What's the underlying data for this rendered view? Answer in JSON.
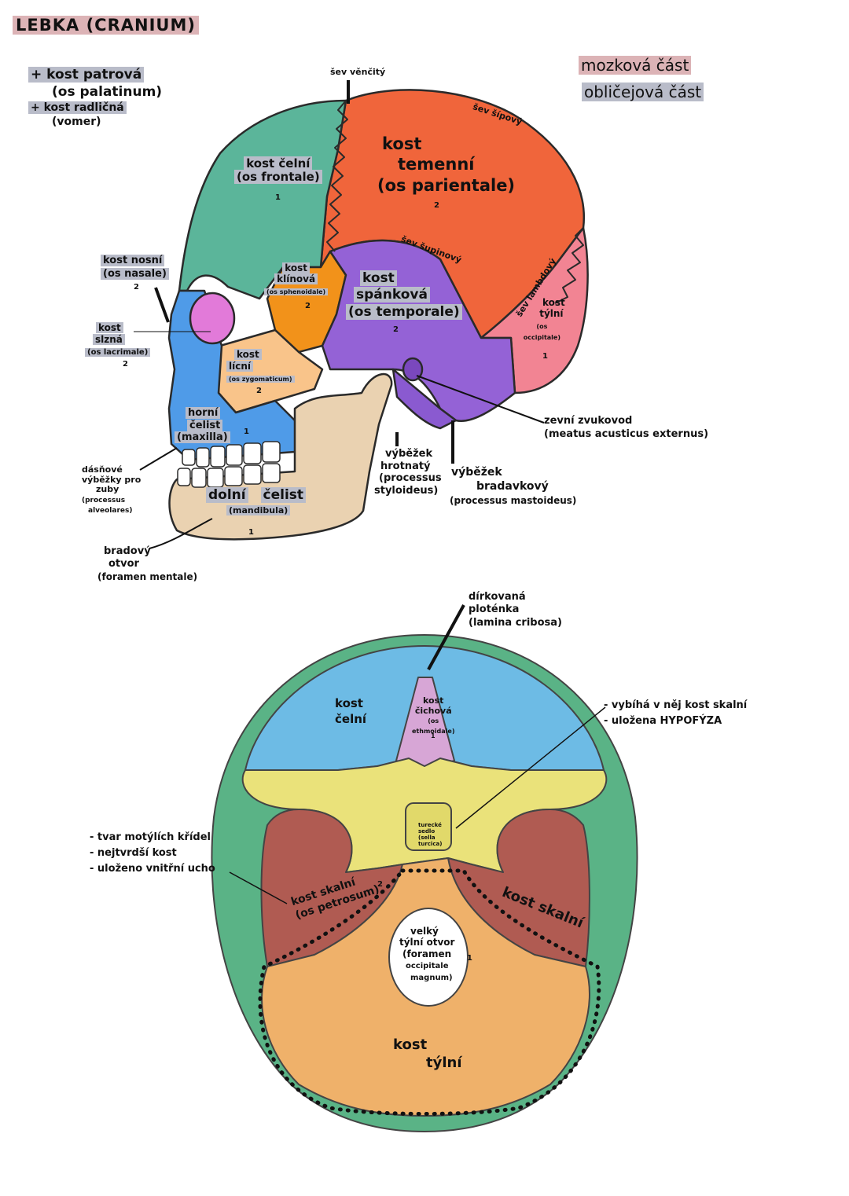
{
  "title": "LEBKA (CRANIUM)",
  "legend": {
    "brain": "mozková část",
    "face": "obličejová část",
    "brain_color": "#dcb3b6",
    "face_color": "#b9bcc9"
  },
  "extra_bones": [
    {
      "name": "+ kost patrová",
      "latin": "(os palatinum)"
    },
    {
      "name": "+ kost radličná",
      "latin": "(vomer)"
    }
  ],
  "lateral": {
    "sutures": {
      "coronal": "šev věnčitý",
      "sagittal": "šev šípový",
      "squamous": "šev šupinový",
      "lambdoid": "šev lambdový"
    },
    "bones": {
      "frontal": {
        "name": "kost čelní",
        "latin": "(os frontale)",
        "n": "1"
      },
      "parietal": {
        "name1": "kost",
        "name2": "temenní",
        "latin": "(os parientale)",
        "n": "2"
      },
      "sphenoid": {
        "name1": "kost",
        "name2": "klínová",
        "latin": "(os sphenoidale)",
        "n": "2"
      },
      "temporal": {
        "name1": "kost",
        "name2": "spánková",
        "latin": "(os temporale)",
        "n": "2"
      },
      "occipital": {
        "name1": "kost",
        "name2": "týlní",
        "latin1": "(os",
        "latin2": "occipitale)",
        "n": "1"
      },
      "nasal": {
        "name": "kost nosní",
        "latin": "(os nasale)",
        "n": "2"
      },
      "lacrimal": {
        "name1": "kost",
        "name2": "slzná",
        "latin": "(os lacrimale)",
        "n": "2"
      },
      "zygomatic": {
        "name1": "kost",
        "name2": "lícní",
        "latin": "(os zygomaticum)",
        "n": "2"
      },
      "maxilla": {
        "name1": "horní",
        "name2": "čelist",
        "latin": "(maxilla)",
        "n": "1"
      },
      "mandible": {
        "name1": "dolní",
        "name2": "čelist",
        "latin": "(mandibula)",
        "n": "1"
      }
    },
    "features": {
      "alveolar": [
        "dásňové",
        "výběžky pro",
        "zuby",
        "(processus",
        "alveolares)"
      ],
      "mental": [
        "bradový",
        "otvor",
        "(foramen mentale)"
      ],
      "meatus": [
        "zevní zvukovod",
        "(meatus acusticus externus)"
      ],
      "styloid": [
        "výběžek",
        "hrotnatý",
        "(processus",
        "styloideus)"
      ],
      "mastoid": [
        "výběžek",
        "bradavkový",
        "(processus mastoideus)"
      ]
    }
  },
  "base": {
    "cribriform": [
      "dírkovaná",
      "ploténka",
      "(lamina cribosa)"
    ],
    "frontal": [
      "kost",
      "čelní"
    ],
    "ethmoid": {
      "name1": "kost",
      "name2": "čichová",
      "latin1": "(os",
      "latin2": "ethmoidale)",
      "n": "1"
    },
    "sella": [
      "turecké",
      "sedlo",
      "(sella",
      "turcica)"
    ],
    "petrous_notes": [
      "- vybíhá v něj kost skalní",
      "- uložena HYPOFÝZA"
    ],
    "sphenoid_notes": [
      "- tvar motýlích křídel",
      "- nejtvrdší kost",
      "- uloženo vnitřní ucho"
    ],
    "petrous_left": [
      "kost skalní",
      "(os petrosum)"
    ],
    "petrous_left_n": "2",
    "petrous_right": [
      "kost",
      "skalní"
    ],
    "foramen": [
      "velký",
      "týlní otvor",
      "(foramen",
      "occipitale",
      "magnum)"
    ],
    "foramen_n": "1",
    "occipital": [
      "kost",
      "týlní"
    ]
  }
}
